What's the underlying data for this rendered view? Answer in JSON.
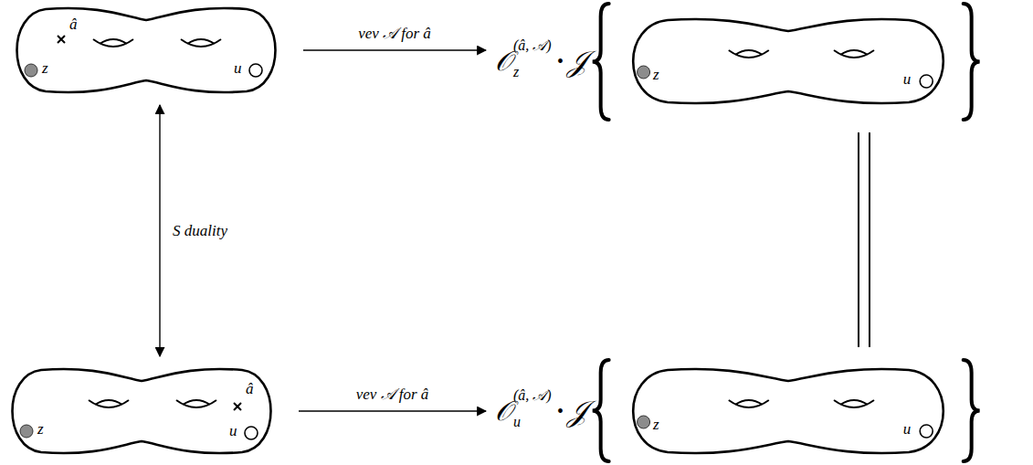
{
  "diagram": {
    "nodes": [
      {
        "text": [
          "â",
          "z",
          "u"
        ]
      },
      {
        "text": [
          "𝒪",
          "z",
          "(â, 𝒜)",
          "•",
          "𝒥"
        ]
      },
      {
        "text": [
          "z",
          "u"
        ],
        "in": 1
      },
      {
        "text": [
          "z",
          "â",
          "u"
        ]
      },
      {
        "text": [
          "𝒪",
          "u",
          "(â, 𝒜)",
          "•",
          "𝒥"
        ]
      },
      {
        "text": [
          "z",
          "u"
        ],
        "in": 4
      }
    ],
    "edges": [
      {
        "from": 0,
        "to": 1,
        "label": "vev 𝒜 for â",
        "arrow": "to"
      },
      {
        "from": 0,
        "to": 3,
        "label": "S duality",
        "arrow": "both"
      },
      {
        "from": 1,
        "to": 4,
        "arrow": "none"
      },
      {
        "from": 3,
        "to": 4,
        "label": "vev 𝒜 for â",
        "arrow": "to"
      }
    ]
  }
}
